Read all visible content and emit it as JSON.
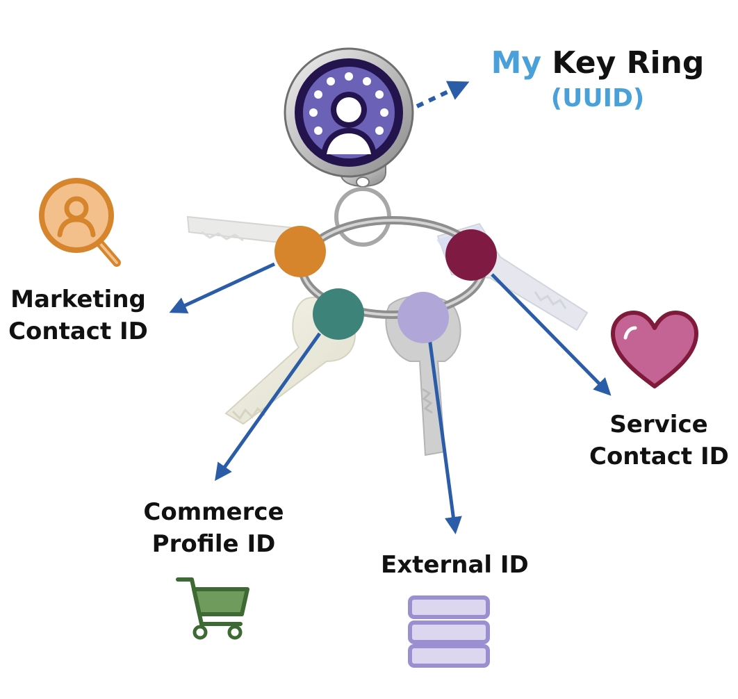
{
  "title": {
    "my": "My",
    "key_ring": "Key Ring",
    "uuid": "(UUID)"
  },
  "labels": {
    "marketing": {
      "line1": "Marketing",
      "line2": "Contact ID"
    },
    "commerce": {
      "line1": "Commerce",
      "line2": "Profile ID"
    },
    "external": {
      "line1": "External ID"
    },
    "service": {
      "line1": "Service",
      "line2": "Contact ID"
    }
  },
  "icons": {
    "fob": "person-avatar-icon",
    "marketing": "user-search-icon",
    "commerce": "shopping-cart-icon",
    "external": "database-stack-icon",
    "service": "heart-icon"
  },
  "colors": {
    "marketing": "#d6852c",
    "commerce": "#3e8379",
    "external": "#b0a7d8",
    "service": "#7f1a43",
    "arrow": "#2b5ca8",
    "fob": "#6b62b8",
    "title_accent": "#4aa0d8"
  }
}
